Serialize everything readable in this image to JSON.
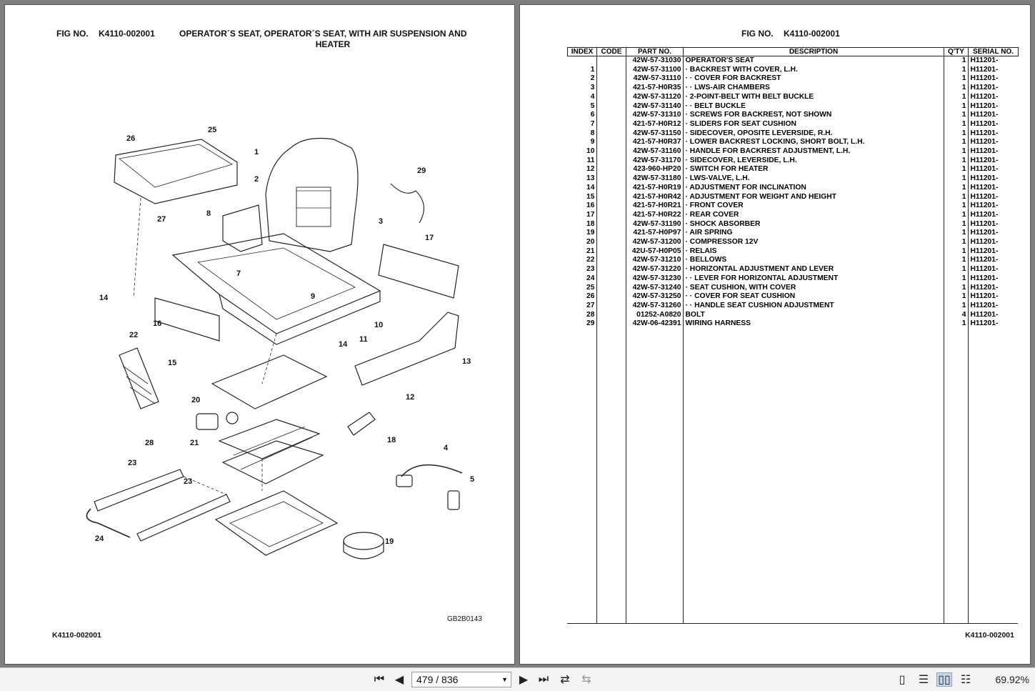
{
  "left_page": {
    "fig_label": "FIG NO.",
    "fig_no": "K4110-002001",
    "title_line1": "OPERATOR´S SEAT, OPERATOR´S SEAT, WITH AIR SUSPENSION AND",
    "title_line2": "HEATER",
    "drawing_code": "GB2B0143",
    "footer": "K4110-002001",
    "callouts": [
      "26",
      "25",
      "1",
      "2",
      "29",
      "27",
      "8",
      "3",
      "17",
      "7",
      "14",
      "9",
      "10",
      "16",
      "22",
      "14",
      "11",
      "13",
      "15",
      "12",
      "20",
      "18",
      "4",
      "28",
      "21",
      "5",
      "23",
      "23",
      "24",
      "19"
    ]
  },
  "right_page": {
    "fig_label": "FIG NO.",
    "fig_no": "K4110-002001",
    "footer": "K4110-002001",
    "columns": [
      "INDEX",
      "CODE",
      "PART NO.",
      "DESCRIPTION",
      "Q'TY",
      "SERIAL NO."
    ],
    "rows": [
      {
        "index": "",
        "code": "",
        "part": "42W-57-31030",
        "desc": "OPERATOR'S SEAT",
        "qty": "1",
        "serial": "H11201-"
      },
      {
        "index": "1",
        "code": "",
        "part": "42W-57-31100",
        "desc": "·  BACKREST WITH COVER, L.H.",
        "qty": "1",
        "serial": "H11201-"
      },
      {
        "index": "2",
        "code": "",
        "part": "42W-57-31110",
        "desc": "·  ·  COVER FOR BACKREST",
        "qty": "1",
        "serial": "H11201-"
      },
      {
        "index": "3",
        "code": "",
        "part": "421-57-H0R35",
        "desc": "·  ·  LWS-AIR CHAMBERS",
        "qty": "1",
        "serial": "H11201-"
      },
      {
        "index": "4",
        "code": "",
        "part": "42W-57-31120",
        "desc": "·  2-POINT-BELT WITH BELT BUCKLE",
        "qty": "1",
        "serial": "H11201-"
      },
      {
        "index": "5",
        "code": "",
        "part": "42W-57-31140",
        "desc": "·  ·  BELT BUCKLE",
        "qty": "1",
        "serial": "H11201-"
      },
      {
        "index": "6",
        "code": "",
        "part": "42W-57-31310",
        "desc": "·  SCREWS FOR BACKREST, NOT SHOWN",
        "qty": "1",
        "serial": "H11201-"
      },
      {
        "index": "7",
        "code": "",
        "part": "421-57-H0R12",
        "desc": "·  SLIDERS FOR SEAT CUSHION",
        "qty": "1",
        "serial": "H11201-"
      },
      {
        "index": "8",
        "code": "",
        "part": "42W-57-31150",
        "desc": "·  SIDECOVER, OPOSITE LEVERSIDE, R.H.",
        "qty": "1",
        "serial": "H11201-"
      },
      {
        "index": "9",
        "code": "",
        "part": "421-57-H0R37",
        "desc": "·  LOWER BACKREST LOCKING, SHORT BOLT, L.H.",
        "qty": "1",
        "serial": "H11201-"
      },
      {
        "index": "10",
        "code": "",
        "part": "42W-57-31160",
        "desc": "·  HANDLE FOR BACKREST ADJUSTMENT, L.H.",
        "qty": "1",
        "serial": "H11201-"
      },
      {
        "index": "11",
        "code": "",
        "part": "42W-57-31170",
        "desc": "·  SIDECOVER, LEVERSIDE, L.H.",
        "qty": "1",
        "serial": "H11201-"
      },
      {
        "index": "12",
        "code": "",
        "part": "423-960-HP20",
        "desc": "·  SWITCH FOR HEATER",
        "qty": "1",
        "serial": "H11201-"
      },
      {
        "index": "13",
        "code": "",
        "part": "42W-57-31180",
        "desc": "·  LWS-VALVE, L.H.",
        "qty": "1",
        "serial": "H11201-"
      },
      {
        "index": "14",
        "code": "",
        "part": "421-57-H0R19",
        "desc": "·  ADJUSTMENT FOR INCLINATION",
        "qty": "1",
        "serial": "H11201-"
      },
      {
        "index": "15",
        "code": "",
        "part": "421-57-H0R42",
        "desc": "·  ADJUSTMENT FOR WEIGHT AND HEIGHT",
        "qty": "1",
        "serial": "H11201-"
      },
      {
        "index": "16",
        "code": "",
        "part": "421-57-H0R21",
        "desc": "·  FRONT COVER",
        "qty": "1",
        "serial": "H11201-"
      },
      {
        "index": "17",
        "code": "",
        "part": "421-57-H0R22",
        "desc": "·  REAR COVER",
        "qty": "1",
        "serial": "H11201-"
      },
      {
        "index": "18",
        "code": "",
        "part": "42W-57-31190",
        "desc": "·  SHOCK ABSORBER",
        "qty": "1",
        "serial": "H11201-"
      },
      {
        "index": "19",
        "code": "",
        "part": "421-57-H0P97",
        "desc": "·  AIR SPRING",
        "qty": "1",
        "serial": "H11201-"
      },
      {
        "index": "20",
        "code": "",
        "part": "42W-57-31200",
        "desc": "·  COMPRESSOR 12V",
        "qty": "1",
        "serial": "H11201-"
      },
      {
        "index": "21",
        "code": "",
        "part": "42U-57-H0P05",
        "desc": "·  RELAIS",
        "qty": "1",
        "serial": "H11201-"
      },
      {
        "index": "22",
        "code": "",
        "part": "42W-57-31210",
        "desc": "·  BELLOWS",
        "qty": "1",
        "serial": "H11201-"
      },
      {
        "index": "23",
        "code": "",
        "part": "42W-57-31220",
        "desc": "·  HORIZONTAL ADJUSTMENT AND LEVER",
        "qty": "1",
        "serial": "H11201-"
      },
      {
        "index": "24",
        "code": "",
        "part": "42W-57-31230",
        "desc": "·  ·  LEVER FOR HORIZONTAL ADJUSTMENT",
        "qty": "1",
        "serial": "H11201-"
      },
      {
        "index": "25",
        "code": "",
        "part": "42W-57-31240",
        "desc": "·  SEAT CUSHION, WITH COVER",
        "qty": "1",
        "serial": "H11201-"
      },
      {
        "index": "26",
        "code": "",
        "part": "42W-57-31250",
        "desc": "·  ·  COVER FOR SEAT CUSHION",
        "qty": "1",
        "serial": "H11201-"
      },
      {
        "index": "27",
        "code": "",
        "part": "42W-57-31260",
        "desc": "·  ·  HANDLE SEAT CUSHION ADJUSTMENT",
        "qty": "1",
        "serial": "H11201-"
      },
      {
        "index": "28",
        "code": "",
        "part": "01252-A0820",
        "desc": "BOLT",
        "qty": "4",
        "serial": "H11201-"
      },
      {
        "index": "29",
        "code": "",
        "part": "42W-06-42391",
        "desc": "WIRING HARNESS",
        "qty": "1",
        "serial": "H11201-"
      }
    ]
  },
  "toolbar": {
    "page_current": "479",
    "page_separator": "/",
    "page_total": "836",
    "zoom": "69.92%",
    "icons": [
      "first-page-icon",
      "prev-page-icon",
      "next-page-icon",
      "last-page-icon",
      "rotate-icon",
      "extract-icon",
      "single-page-icon",
      "continuous-icon",
      "two-page-icon",
      "continuous-two-page-icon"
    ]
  }
}
